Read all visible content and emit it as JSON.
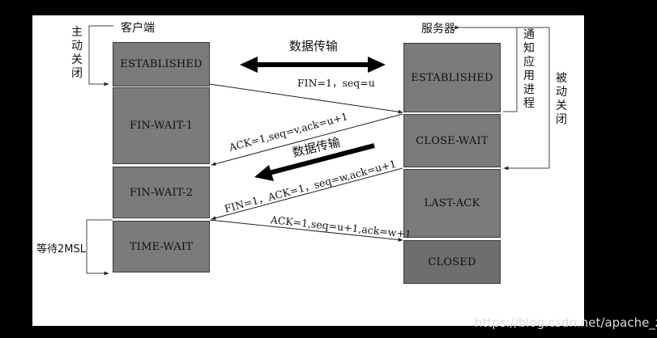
{
  "client_title": "客户端",
  "server_title": "服务器",
  "client_states": [
    "ESTABLISHED",
    "FIN-WAIT-1",
    "FIN-WAIT-2",
    "TIME-WAIT"
  ],
  "server_states": [
    "ESTABLISHED",
    "CLOSE-WAIT",
    "LAST-ACK",
    "CLOSED"
  ],
  "active_close": "主动关闭",
  "notify_app": "通知应用进程",
  "passive_close": "被动关闭",
  "data_transfer_1": "数据传输",
  "data_transfer_2": "数据传输",
  "wait_label": "等待2MSL",
  "messages": [
    "FIN=1，seq=u",
    "ACK=1,seq=v,ack=u+1",
    "FIN=1，ACK=1，seq=w,ack=u+1",
    "ACK=1,seq=u+1,ack=w+1"
  ],
  "watermark": "https://blog.csdn.net/apache_z"
}
